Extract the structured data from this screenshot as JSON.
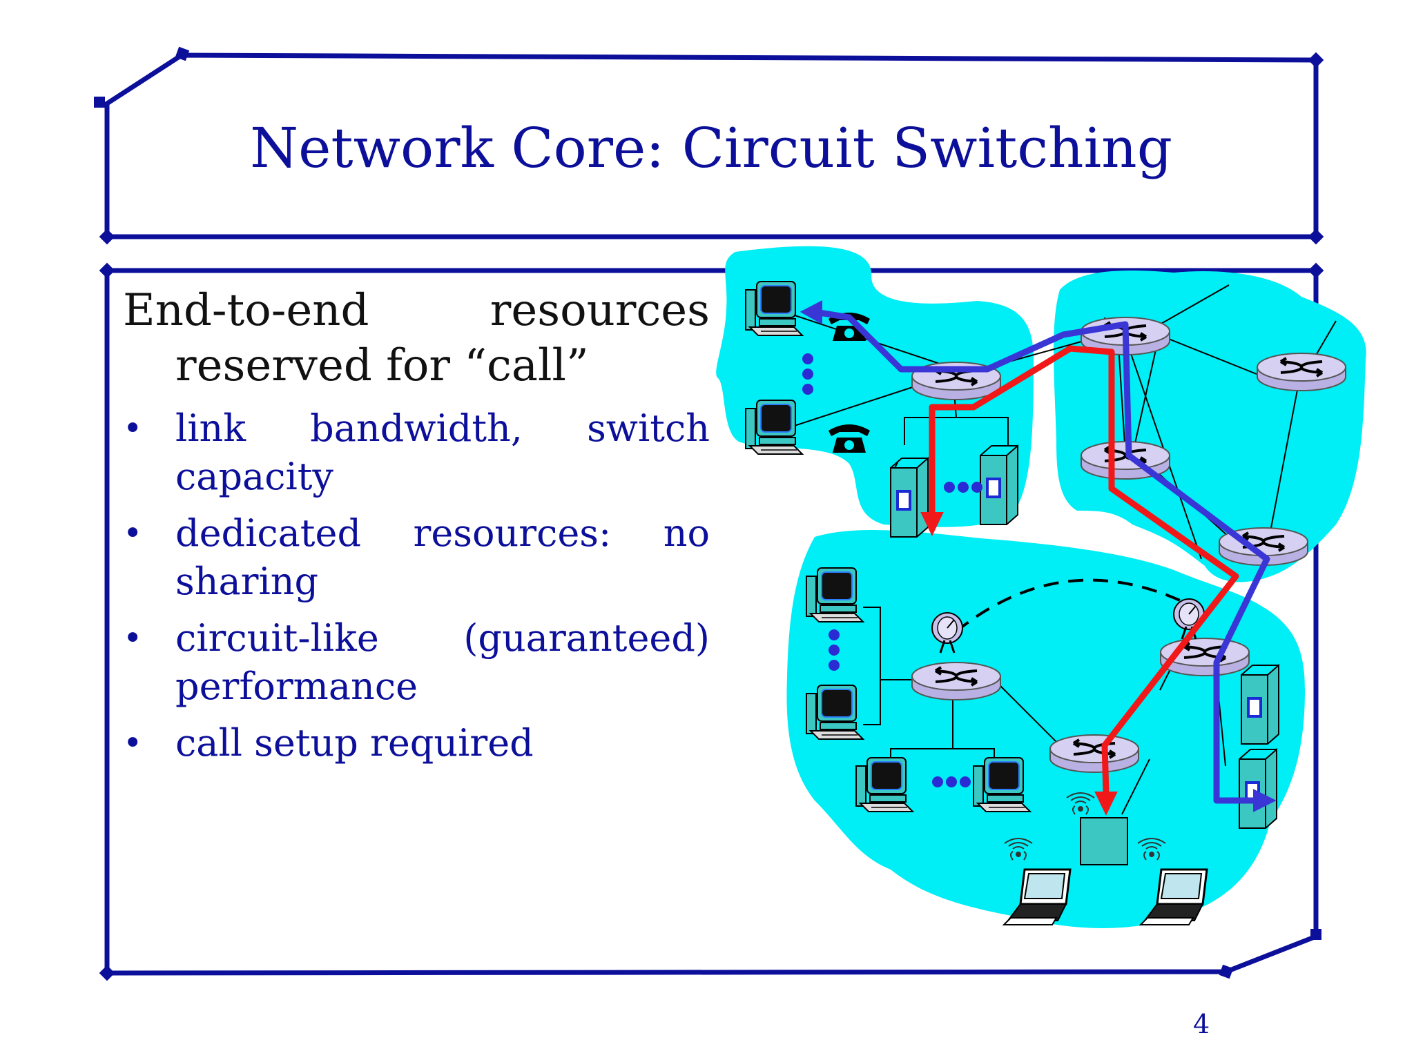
{
  "slide": {
    "title": "Network Core: Circuit Switching",
    "main_point": "End-to-end resources reserved for “call”",
    "bullets": [
      "link bandwidth, switch capacity",
      "dedicated resources: no sharing",
      "circuit-like (guaranteed) performance",
      "call setup required"
    ],
    "page_number": "4"
  },
  "colors": {
    "frame": "#0c0f99",
    "title": "#0c0f99",
    "bullet_text": "#0c0f99",
    "cloud": "#00eef5",
    "router": "#c8c2ea",
    "device_teal": "#3cc7c3",
    "path_red": "#f01818",
    "path_blue": "#3a36d6"
  },
  "diagram": {
    "icons": [
      "network-cloud",
      "router-icon",
      "computer-icon",
      "telephone-icon",
      "server-icon",
      "laptop-icon",
      "satellite-dish-icon",
      "wireless-base-station-icon"
    ],
    "circuits": [
      "red-circuit-path",
      "blue-circuit-path"
    ]
  }
}
